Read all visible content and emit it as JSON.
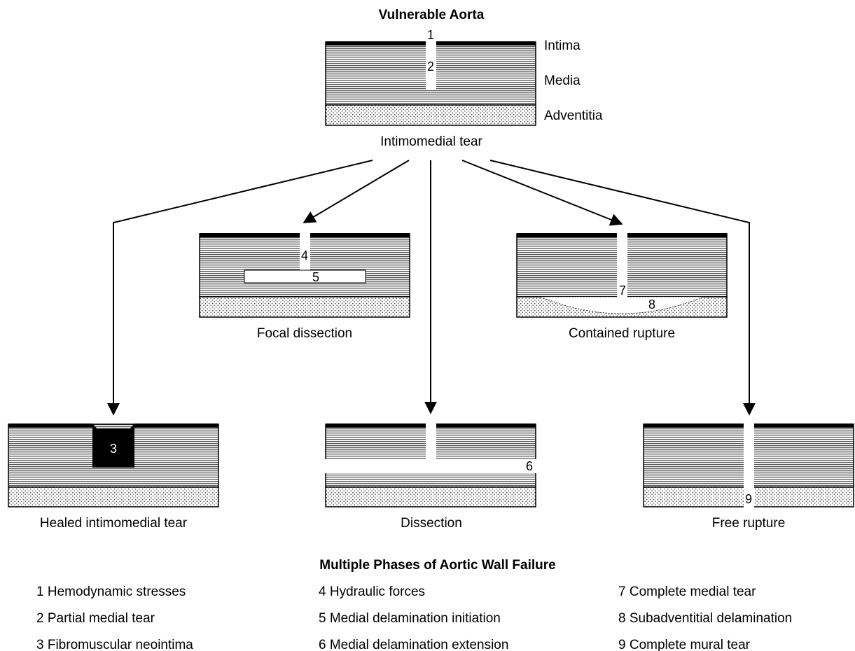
{
  "title": "Vulnerable Aorta",
  "layers": {
    "intima": "Intima",
    "media": "Media",
    "adventitia": "Adventitia"
  },
  "top_caption": "Intimomedial tear",
  "captions": {
    "focal_dissection": "Focal dissection",
    "contained_rupture": "Contained rupture",
    "healed_tear": "Healed intimomedial tear",
    "dissection": "Dissection",
    "free_rupture": "Free rupture"
  },
  "markers": [
    "1",
    "2",
    "3",
    "4",
    "5",
    "6",
    "7",
    "8",
    "9"
  ],
  "legend": {
    "title": "Multiple Phases of Aortic Wall Failure",
    "items": [
      "1 Hemodynamic stresses",
      "2 Partial medial tear",
      "3 Fibromuscular neointima",
      "4 Hydraulic forces",
      "5 Medial delamination initiation",
      "6 Medial delamination extension",
      "7 Complete medial tear",
      "8 Subadventitial delamination",
      "9 Complete mural tear"
    ]
  },
  "colors": {
    "ink": "#000000",
    "paper": "#ffffff",
    "media_stripe": "#555555"
  }
}
